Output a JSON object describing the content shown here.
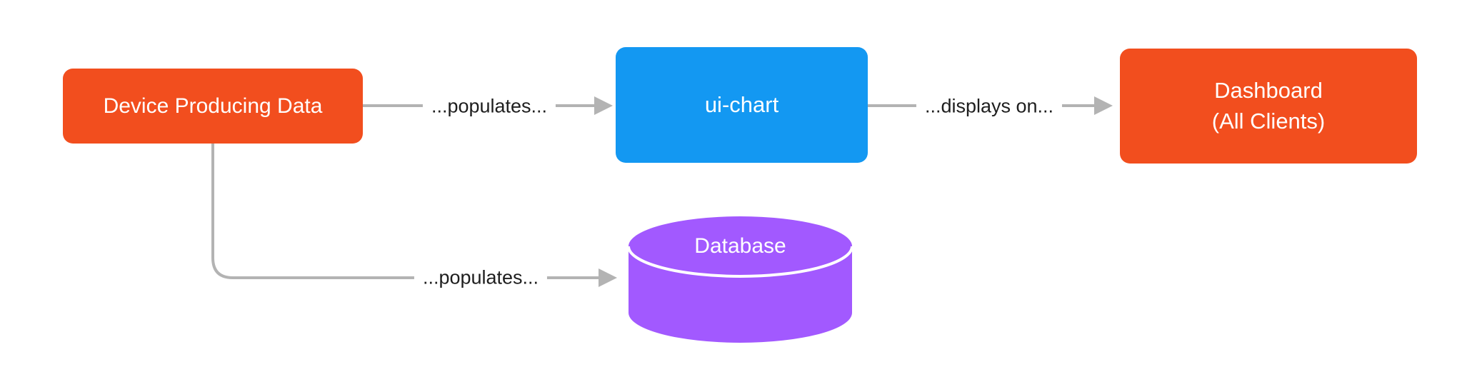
{
  "diagram": {
    "background": "#FFFFFF"
  },
  "colors": {
    "orange": "#F24E1E",
    "blue": "#1398F2",
    "purple": "#A259FF",
    "arrow": "#B3B3B3",
    "node_text": "#FFFFFF",
    "label_text": "#1E1E1E"
  },
  "nodes": {
    "device": {
      "label": "Device Producing Data",
      "shape": "rounded-rect",
      "color": "#F24E1E"
    },
    "ui_chart": {
      "label": "ui-chart",
      "shape": "rounded-rect",
      "color": "#1398F2"
    },
    "dashboard": {
      "line1": "Dashboard",
      "line2": "(All Clients)",
      "shape": "rounded-rect",
      "color": "#F24E1E"
    },
    "database": {
      "label": "Database",
      "shape": "cylinder",
      "color": "#A259FF"
    }
  },
  "edges": {
    "device_to_uichart": {
      "label": "...populates...",
      "from": "device",
      "to": "ui_chart"
    },
    "uichart_to_dashboard": {
      "label": "...displays on...",
      "from": "ui_chart",
      "to": "dashboard"
    },
    "device_to_database": {
      "label": "...populates...",
      "from": "device",
      "to": "database"
    }
  }
}
